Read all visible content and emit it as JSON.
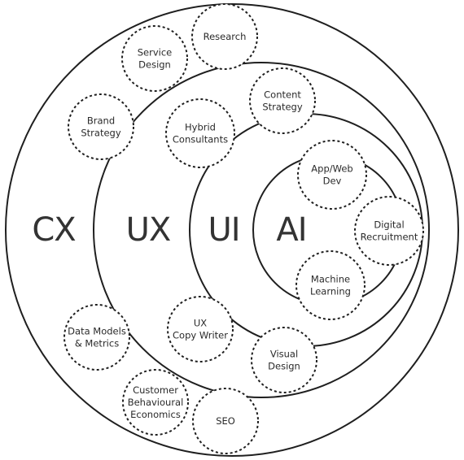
{
  "layers": [
    {
      "key": "cx",
      "label": "CX"
    },
    {
      "key": "ux",
      "label": "UX"
    },
    {
      "key": "ui",
      "label": "UI"
    },
    {
      "key": "ai",
      "label": "AI"
    }
  ],
  "bubbles": [
    {
      "key": "research",
      "lines": [
        "Research"
      ]
    },
    {
      "key": "service-design",
      "lines": [
        "Service",
        "Design"
      ]
    },
    {
      "key": "brand-strategy",
      "lines": [
        "Brand",
        "Strategy"
      ]
    },
    {
      "key": "content-strategy",
      "lines": [
        "Content",
        "Strategy"
      ]
    },
    {
      "key": "hybrid-consultants",
      "lines": [
        "Hybrid",
        "Consultants"
      ]
    },
    {
      "key": "app-web-dev",
      "lines": [
        "App/Web",
        "Dev"
      ]
    },
    {
      "key": "digital-recruitment",
      "lines": [
        "Digital",
        "Recruitment"
      ]
    },
    {
      "key": "machine-learning",
      "lines": [
        "Machine",
        "Learning"
      ]
    },
    {
      "key": "ux-copy-writer",
      "lines": [
        "UX",
        "Copy Writer"
      ]
    },
    {
      "key": "data-models-metrics",
      "lines": [
        "Data Models",
        "& Metrics"
      ]
    },
    {
      "key": "visual-design",
      "lines": [
        "Visual",
        "Design"
      ]
    },
    {
      "key": "customer-behavioural-economics",
      "lines": [
        "Customer",
        "Behavioural",
        "Economics"
      ]
    },
    {
      "key": "seo",
      "lines": [
        "SEO"
      ]
    }
  ]
}
